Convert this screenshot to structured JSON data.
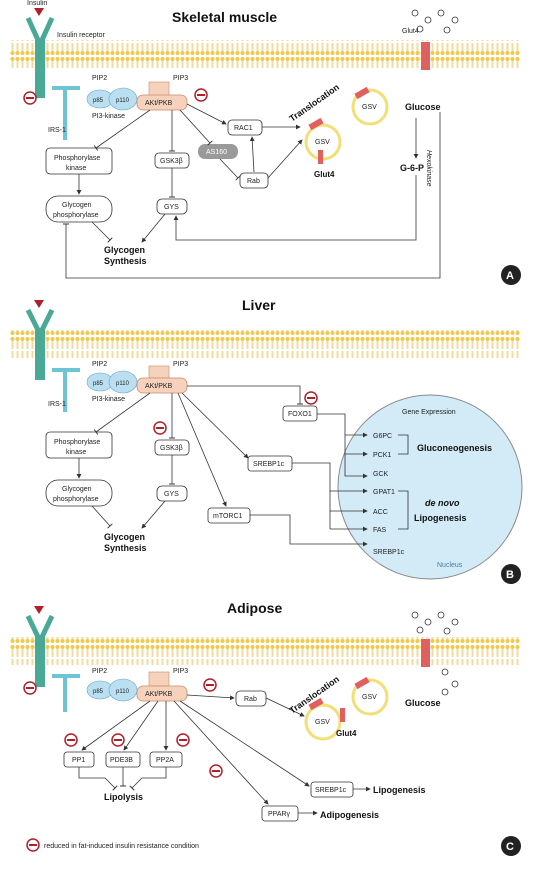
{
  "panels": {
    "a": {
      "title": "Skeletal muscle",
      "insulin": "Insulin",
      "receptor": "Insulin receptor",
      "pip2": "PIP2",
      "pip3": "PIP3",
      "p85": "p85",
      "p110": "p110",
      "pi3k": "PI3-kinase",
      "irs1": "IRS-1",
      "akt": "AKt/PKB",
      "phos_kinase": [
        "Phosphorylase",
        "kinase"
      ],
      "glyc_phos": [
        "Glycogen",
        "phosphorylase"
      ],
      "gsk": "GSK3β",
      "as160": "AS160",
      "rac1": "RAC1",
      "rab": "Rab",
      "gys": "GYS",
      "glycogen": [
        "Glycogen",
        "Synthesis"
      ],
      "translocation": "Translocation",
      "gsv": "GSV",
      "glut4": "Glut4",
      "glucose": "Glucose",
      "hexokinase": "Hexokinase",
      "g6p": "G-6-P",
      "label": "A"
    },
    "b": {
      "title": "Liver",
      "pip2": "PIP2",
      "pip3": "PIP3",
      "p85": "p85",
      "p110": "p110",
      "pi3k": "PI3-kinase",
      "irs1": "IRS-1",
      "akt": "AKt/PKB",
      "phos_kinase": [
        "Phosphorylase",
        "kinase"
      ],
      "glyc_phos": [
        "Glycogen",
        "phosphorylase"
      ],
      "gsk": "GSK3β",
      "gys": "GYS",
      "glycogen": [
        "Glycogen",
        "Synthesis"
      ],
      "foxo1": "FOXO1",
      "srebp": "SREBP1c",
      "mtorc1": "mTORC1",
      "gene_expr": "Gene Expression",
      "genes": [
        "G6PC",
        "PCK1",
        "GCK",
        "GPAT1",
        "ACC",
        "FAS",
        "SREBP1c"
      ],
      "gluconeo": "Gluconeogenesis",
      "denovo": "de novo",
      "lipogenesis": "Lipogenesis",
      "nucleus": "Nucleus",
      "label": "B"
    },
    "c": {
      "title": "Adipose",
      "pip2": "PIP2",
      "pip3": "PIP3",
      "p85": "p85",
      "p110": "p110",
      "akt": "AKt/PKB",
      "rab": "Rab",
      "pp1": "PP1",
      "pde3b": "PDE3B",
      "pp2a": "PP2A",
      "lipolysis": "Lipolysis",
      "srebp": "SREBP1c",
      "lipogenesis": "Lipogenesis",
      "ppar": "PPARγ",
      "adipogenesis": "Adipogenesis",
      "translocation": "Translocation",
      "gsv": "GSV",
      "glut4": "Glut4",
      "glucose": "Glucose",
      "label": "C"
    }
  },
  "legend": "reduced in fat-induced insulin resistance condition",
  "colors": {
    "receptor": "#4aa896",
    "akt_fill": "#f6d2bd",
    "pi3k_fill": "#b9dff1",
    "inhibit_red": "#b0202a",
    "glut4_red": "#e06060",
    "gsv_ring": "#f2df77",
    "nucleus_fill": "#d2ebf7"
  }
}
